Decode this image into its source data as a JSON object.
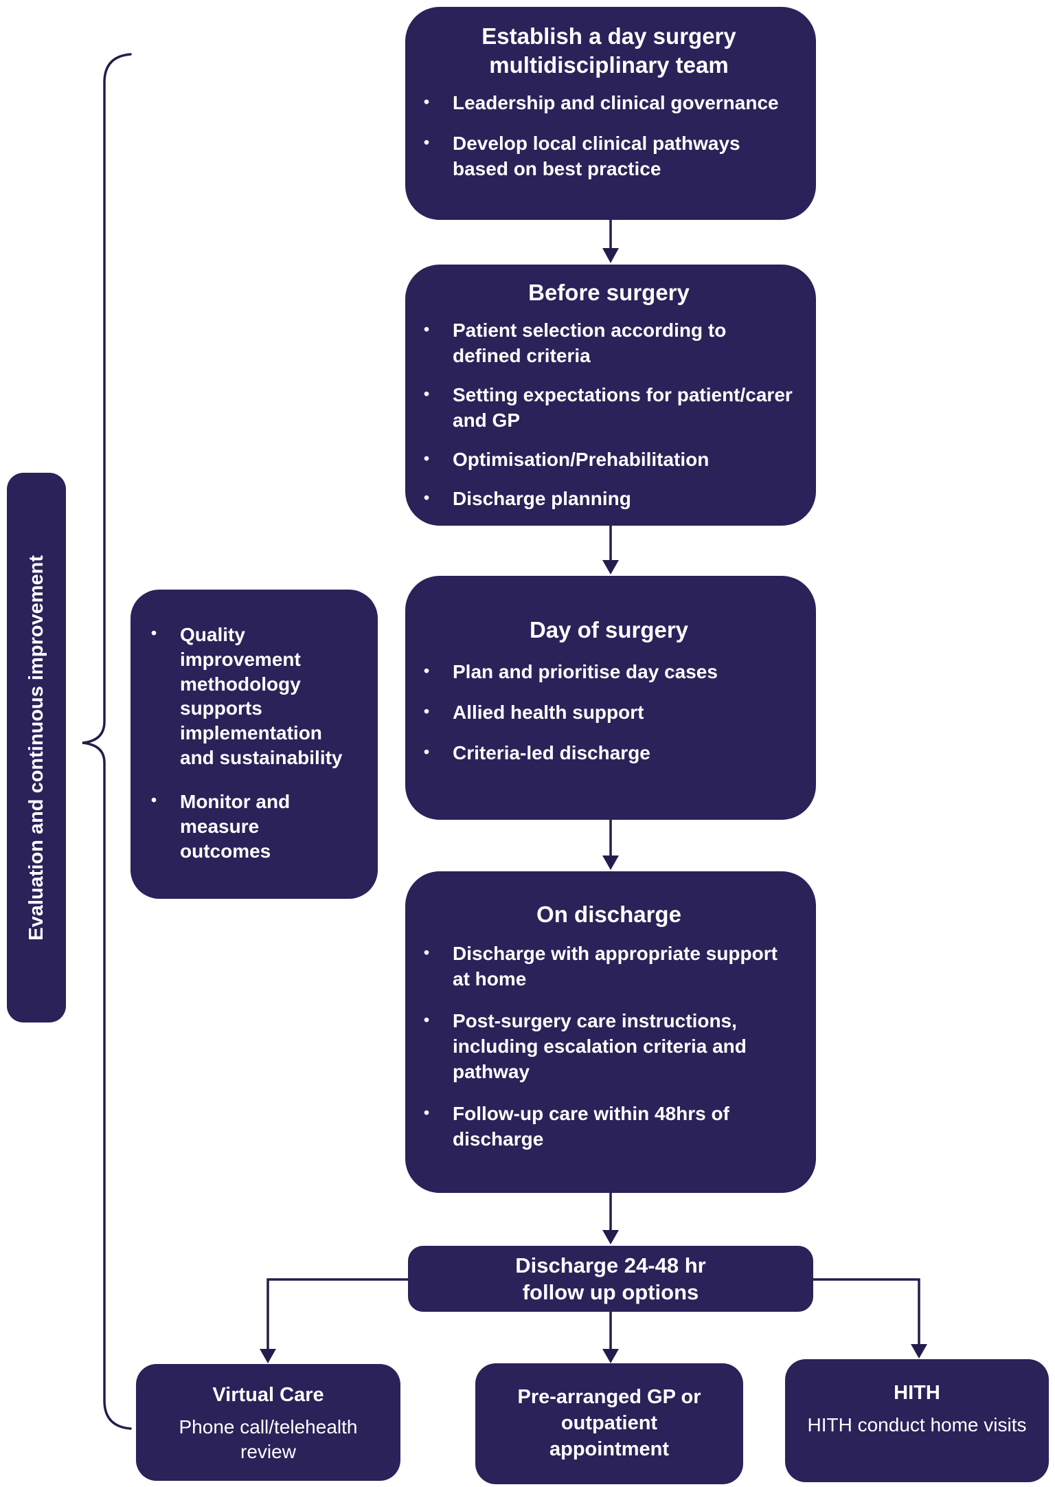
{
  "colors": {
    "box_fill": "#2b2259",
    "connector": "#251c4d",
    "text": "#ffffff",
    "background": "#ffffff"
  },
  "side": {
    "label": "Evaluation and continuous improvement",
    "note_bullets": [
      "Quality improvement methodology supports implementation and sustainability",
      "Monitor and measure outcomes"
    ]
  },
  "flow": [
    {
      "title": "Establish a day surgery multidisciplinary team",
      "bullets": [
        "Leadership and clinical governance",
        "Develop local clinical pathways based on best practice"
      ]
    },
    {
      "title": "Before surgery",
      "bullets": [
        "Patient selection according to defined criteria",
        "Setting expectations for patient/carer and GP",
        "Optimisation/Prehabilitation",
        "Discharge planning"
      ]
    },
    {
      "title": "Day of surgery",
      "bullets": [
        "Plan and prioritise day cases",
        "Allied health support",
        "Criteria-led discharge"
      ]
    },
    {
      "title": "On discharge",
      "bullets": [
        "Discharge with appropriate support at home",
        "Post-surgery care instructions, including escalation criteria and pathway",
        "Follow-up care within 48hrs of discharge"
      ]
    },
    {
      "title": "Discharge 24-48 hr follow up options",
      "bullets": []
    }
  ],
  "options": [
    {
      "title": "Virtual Care",
      "body": "Phone call/telehealth review"
    },
    {
      "title": "Pre-arranged GP or outpatient appointment",
      "body": ""
    },
    {
      "title": "HITH",
      "body": "HITH conduct home visits"
    }
  ]
}
